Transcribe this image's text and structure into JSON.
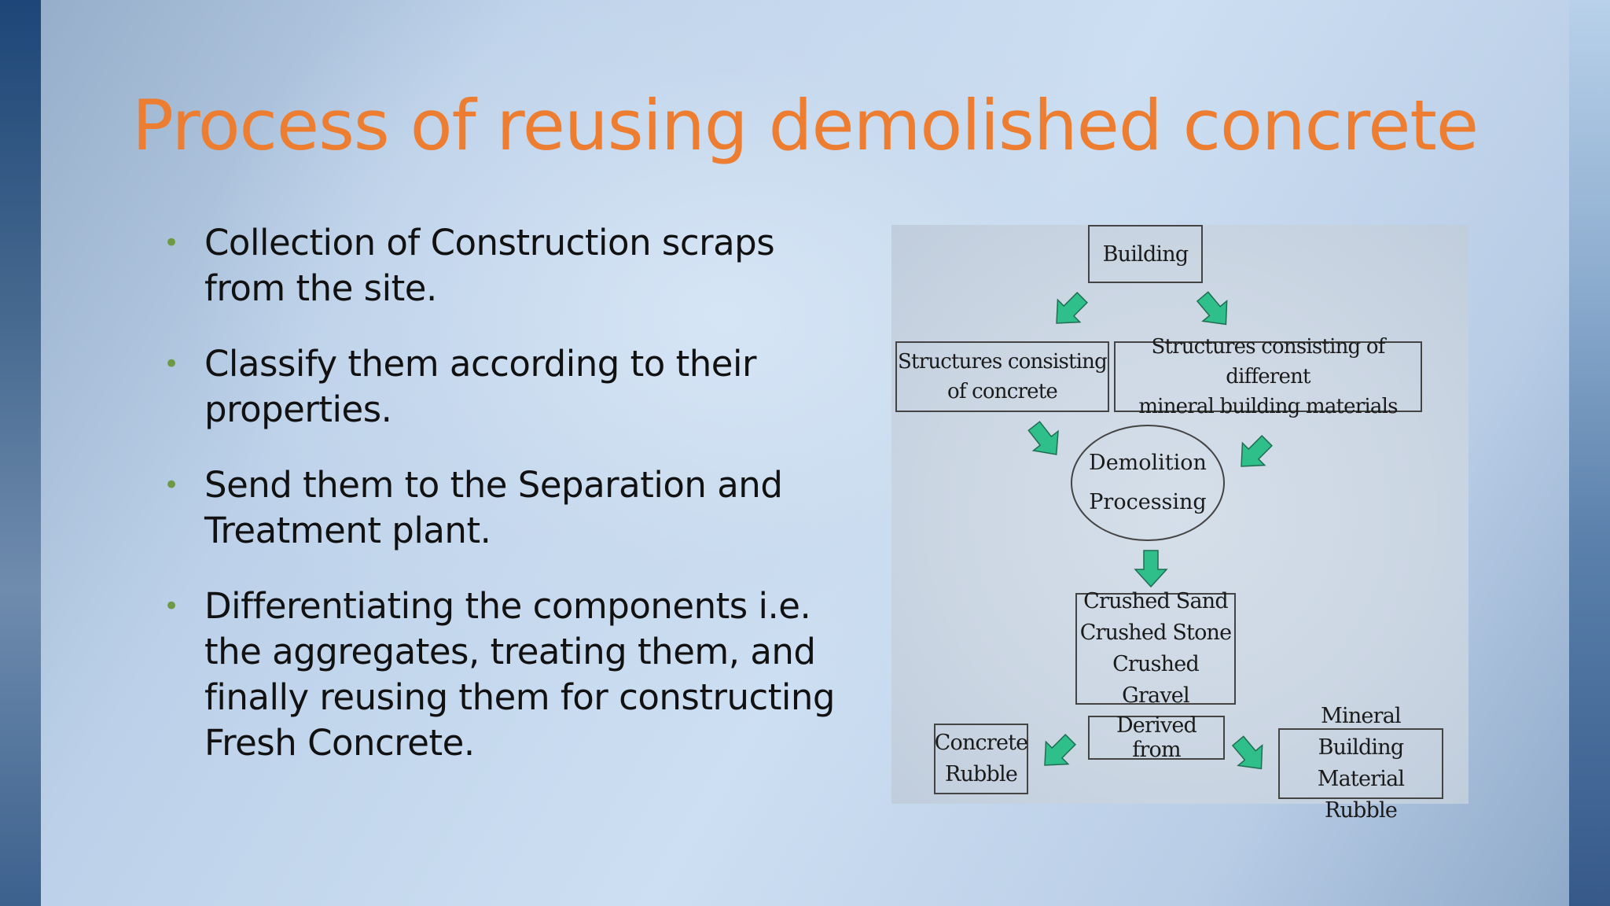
{
  "slide": {
    "title": "Process of reusing demolished concrete",
    "bullets": [
      "Collection of Construction scraps from the site.",
      "Classify them according to their properties.",
      "Send them to the Separation and Treatment plant.",
      "Differentiating the components i.e. the aggregates, treating them, and finally reusing them for constructing Fresh Concrete."
    ]
  },
  "diagram": {
    "building": "Building",
    "structures_concrete": [
      "Structures consisting",
      "of concrete"
    ],
    "structures_mineral": [
      "Structures consisting of different",
      "mineral building materials"
    ],
    "demolition": [
      "Demolition",
      "Processing"
    ],
    "crushed": [
      "Crushed Sand",
      "Crushed Stone",
      "Crushed Gravel"
    ],
    "derived_from": "Derived from",
    "concrete_rubble": [
      "Concrete",
      "Rubble"
    ],
    "mineral_rubble": [
      "Mineral Building",
      "Material Rubble"
    ]
  },
  "colors": {
    "title": "#ed7d31",
    "bullet_marker": "#6f9a45",
    "arrow_fill": "#2fbf8a",
    "arrow_stroke": "#1f6e52"
  }
}
